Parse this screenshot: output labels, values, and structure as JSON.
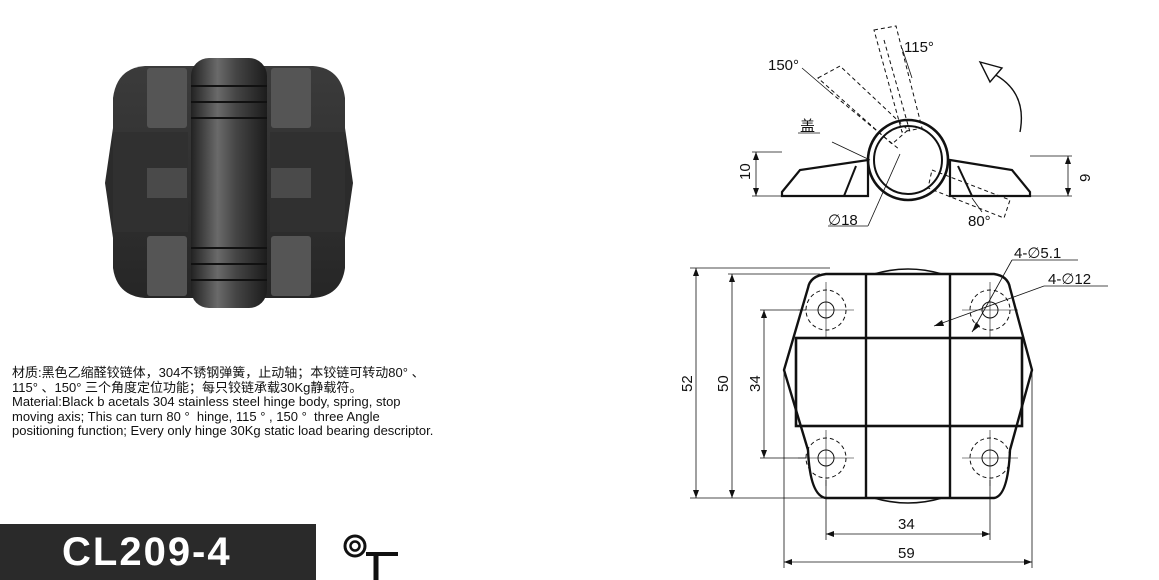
{
  "product": {
    "model": "CL209-4"
  },
  "description": {
    "chinese": "材质:黑色乙缩醛铰链体，304不锈钢弹簧，止动轴；本铰链可转动80° 、115° 、150° 三个角度定位功能；每只铰链承载30Kg静载符。",
    "english": "Material:Black b acetals 304 stainless steel hinge body, spring, stop moving axis; This can turn 80 °  hinge, 115 ° , 150 °  three Angle positioning function; Every only hinge 30Kg static load bearing descriptor."
  },
  "side_view": {
    "angle_150": "150°",
    "angle_115": "115°",
    "angle_80": "80°",
    "cover_label": "盖",
    "dim_height_left": "10",
    "dim_height_right": "9",
    "dim_diameter": "∅18"
  },
  "top_view": {
    "dim_hole_small": "4-∅5.1",
    "dim_hole_large": "4-∅12",
    "dim_52": "52",
    "dim_50": "50",
    "dim_34_vertical": "34",
    "dim_34_horizontal": "34",
    "dim_59": "59"
  },
  "colors": {
    "band": "#2a2a2a",
    "hinge_body": "#3a3a3a"
  }
}
